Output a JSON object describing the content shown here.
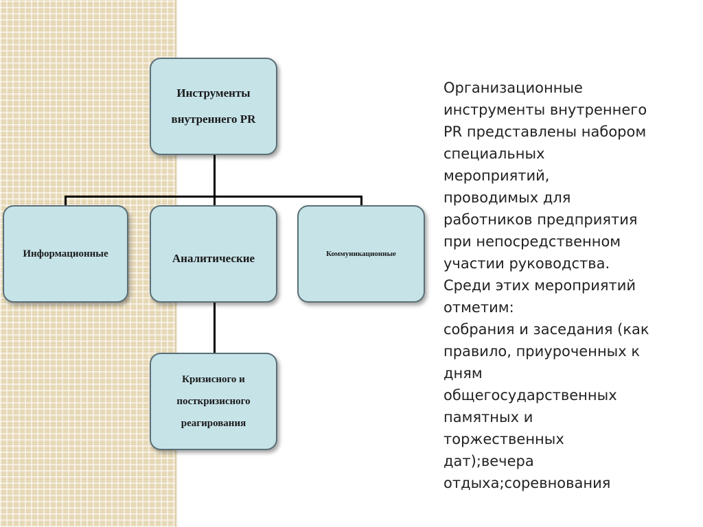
{
  "diagram": {
    "root": {
      "lines": [
        "Инструменты",
        "внутреннего PR"
      ]
    },
    "children": [
      {
        "label": "Информационные"
      },
      {
        "label": "Аналитические"
      },
      {
        "label": "Коммуникационные"
      }
    ],
    "sub": {
      "lines": [
        "Кризисного и",
        "посткризисного",
        "реагирования"
      ]
    }
  },
  "side_text": "Организационные\nинструменты внутреннего\nPR представлены набором\nспециальных\nмероприятий,\nпроводимых для\nработников предприятия\nпри непосредственном\nучастии руководства.\nСреди этих мероприятий\nотметим:\nсобрания и заседания (как\nправило, приуроченных к\nдням\nобщегосударственных\nпамятных и\nторжественных\nдат);вечера\nотдыха;соревнования",
  "colors": {
    "node_fill": "#c6e3e8",
    "node_border": "#5a6f76",
    "pattern": "#e9dcbc"
  }
}
